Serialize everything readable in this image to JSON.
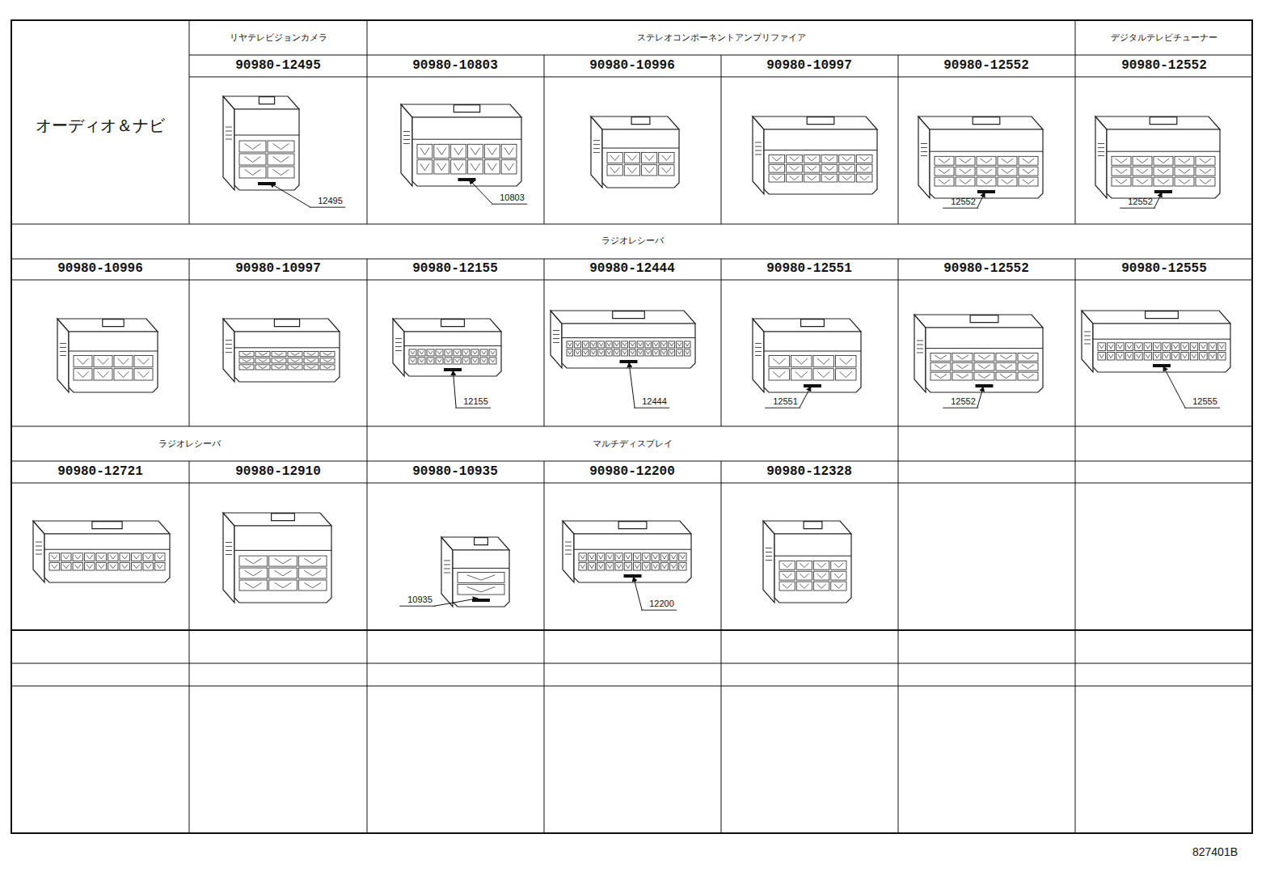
{
  "diagram": {
    "labels": [
      "オーディオ＆ナビ",
      "リヤテレビジョンカメラ",
      "ステレオコンポーネントアンプリファイア",
      "デジタルテレビチューナー",
      "90980-12495",
      "90980-10803",
      "90980-10996",
      "90980-10997",
      "90980-12552",
      "90980-12552",
      "12495",
      "10803",
      "12552",
      "12552",
      "ラジオレシーバ",
      "90980-10996",
      "90980-10997",
      "90980-12155",
      "90980-12444",
      "90980-12551",
      "90980-12552",
      "90980-12555",
      "12155",
      "12444",
      "12551",
      "12552",
      "12555",
      "ラジオレシーバ",
      "マルチディスプレイ",
      "90980-12721",
      "90980-12910",
      "90980-10935",
      "90980-12200",
      "90980-12328",
      "10935",
      "12200",
      "827401B"
    ]
  }
}
